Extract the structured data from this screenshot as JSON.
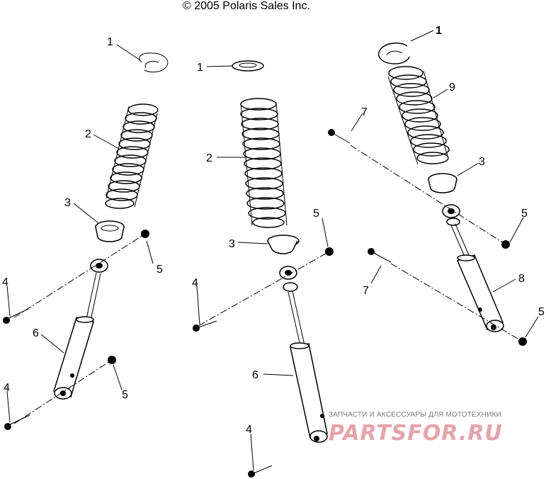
{
  "header": {
    "copyright": "© 2005 Polaris Sales Inc."
  },
  "callouts": {
    "c1a": "1",
    "c1b": "1",
    "c1c": "1",
    "c2a": "2",
    "c2b": "2",
    "c3a": "3",
    "c3b": "3",
    "c3c": "3",
    "c4a": "4",
    "c4b": "4",
    "c4c": "4",
    "c4d": "4",
    "c5a": "5",
    "c5b": "5",
    "c5c": "5",
    "c5d": "5",
    "c5e": "5",
    "c6a": "6",
    "c6b": "6",
    "c7a": "7",
    "c7b": "7",
    "c8": "8",
    "c9": "9"
  },
  "watermark": {
    "tagline": "ЗАПЧАСТИ И АКСЕССУАРЫ ДЛЯ МОТОТЕХНИКИ",
    "brand": "PARTSFOR.RU",
    "brand_color": "#e7a3a9"
  }
}
